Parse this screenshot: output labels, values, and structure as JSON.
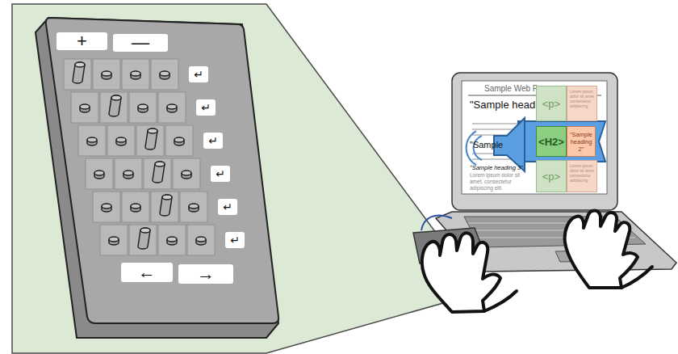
{
  "diagram": {
    "nodes": [
      {
        "text": [
          "+"
        ]
      },
      {
        "text": [
          "—"
        ]
      },
      {
        "text": [
          "↵"
        ]
      },
      {
        "text": [
          "↵"
        ]
      },
      {
        "text": [
          "↵"
        ]
      },
      {
        "text": [
          "↵"
        ]
      },
      {
        "text": [
          "↵"
        ]
      },
      {
        "text": [
          "↵"
        ]
      },
      {
        "text": [
          "←"
        ]
      },
      {
        "text": [
          "→"
        ]
      },
      {
        "text": [
          "Sample Web P",
          "\"Sample headi",
          "\"Sample",
          "\"Sample heading 3\"",
          "Lorem ipsum dolor sit amet, consectetur adipiscing elit."
        ]
      },
      {
        "text": [
          "<p>"
        ]
      },
      {
        "text": [
          "Lorem ipsum dolor sit amet consectetur adipiscing"
        ]
      },
      {
        "text": [
          "<H2>"
        ]
      },
      {
        "text": [
          "\"Sample heading 2\""
        ]
      },
      {
        "text": [
          "<p>"
        ]
      },
      {
        "text": [
          "Lorem ipsum dolor sit amet consectetur adipiscing"
        ]
      }
    ]
  }
}
